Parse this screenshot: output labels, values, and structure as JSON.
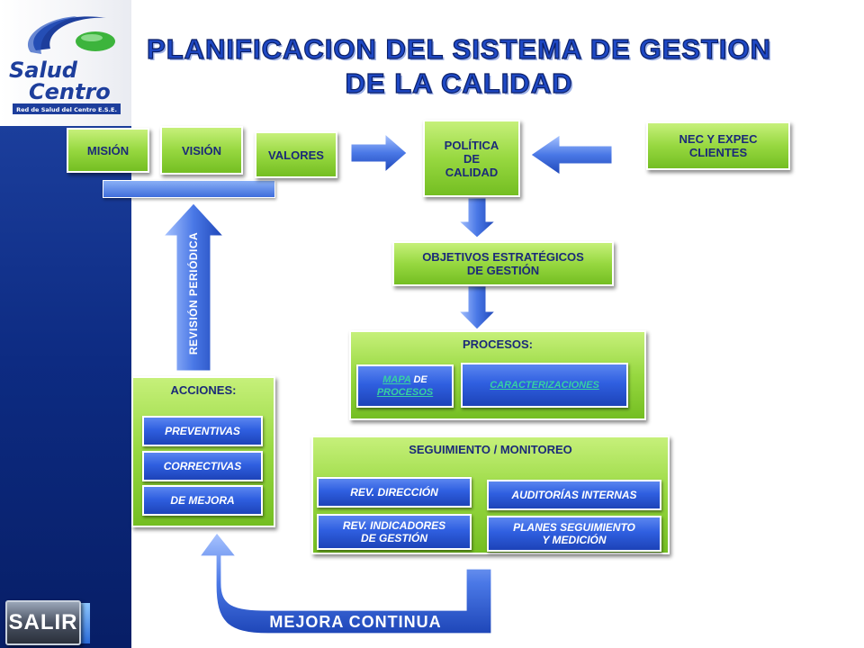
{
  "header": {
    "title_line1": "PLANIFICACION DEL SISTEMA DE GESTION",
    "title_line2": "DE LA CALIDAD"
  },
  "logo": {
    "name_line1": "Salud",
    "name_line2": "Centro",
    "tagline": "Red de Salud del Centro E.S.E.",
    "colors": {
      "swoosh_blue": "#1d3e9c",
      "swoosh_green": "#3cb43c",
      "text_blue": "#1d3e9c"
    }
  },
  "diagram": {
    "mision": "MISIÓN",
    "vision": "VISIÓN",
    "valores": "VALORES",
    "politica": [
      "POLÍTICA",
      "DE",
      "CALIDAD"
    ],
    "nec_expec": [
      "NEC Y EXPEC",
      "CLIENTES"
    ],
    "objetivos": [
      "OBJETIVOS ESTRATÉGICOS",
      "DE GESTIÓN"
    ],
    "procesos": {
      "title": "PROCESOS:",
      "mapa_link": "MAPA",
      "mapa_rest": "DE",
      "mapa_link2": "PROCESOS",
      "caracterizaciones": "CARACTERIZACIONES"
    },
    "acciones": {
      "title": "ACCIONES:",
      "items": [
        "PREVENTIVAS",
        "CORRECTIVAS",
        "DE MEJORA"
      ]
    },
    "seguimiento": {
      "title": "SEGUIMIENTO / MONITOREO",
      "rev_direccion": "REV. DIRECCIÓN",
      "auditorias": "AUDITORÍAS INTERNAS",
      "rev_indicadores": [
        "REV. INDICADORES",
        "DE GESTIÓN"
      ],
      "planes": [
        "PLANES SEGUIMIENTO",
        "Y MEDICIÓN"
      ]
    },
    "revision_periodica": "REVISIÓN PERIÓDICA",
    "mejora_continua": "MEJORA CONTINUA"
  },
  "nav": {
    "exit_label": "SALIR"
  },
  "colors": {
    "green_box": "#97d840",
    "blue_box": "#2f5fe0",
    "arrow_blue": "#3f6ddc",
    "sidebar_navy": "#0d2b82",
    "title_blue": "#1e48c4"
  }
}
